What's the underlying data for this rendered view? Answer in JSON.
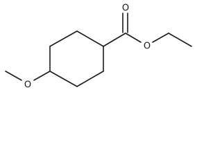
{
  "molecule": {
    "atoms": {
      "carbonyl_oxygen": "O",
      "ester_oxygen": "O",
      "methoxy_oxygen": "O"
    },
    "colors": {
      "bond": "#1a1a1a",
      "background": "#ffffff"
    }
  }
}
